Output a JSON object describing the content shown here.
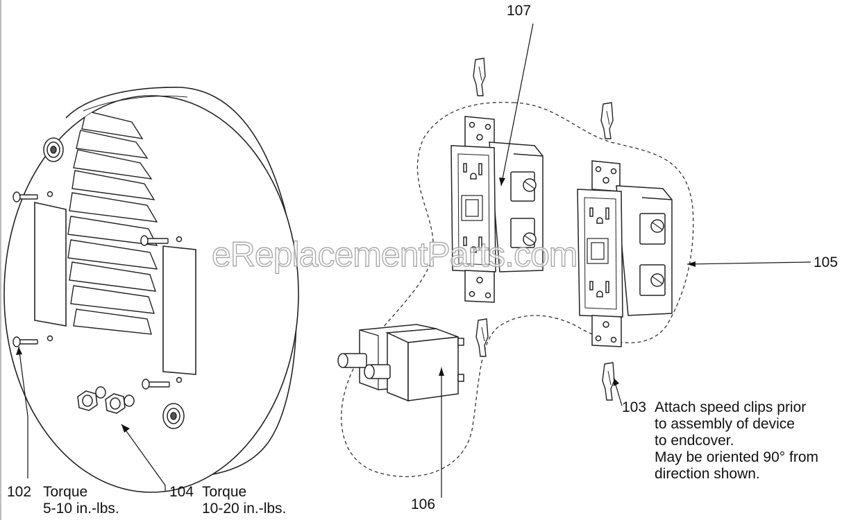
{
  "labels": {
    "l102": "102",
    "l102_line1": "Torque",
    "l102_line2": "5-10 in.-lbs.",
    "l104": "104",
    "l104_line1": "Torque",
    "l104_line2": "10-20 in.-lbs.",
    "l106": "106",
    "l107": "107",
    "l105": "105",
    "l103": "103",
    "note": [
      "Attach speed clips prior",
      "to assembly of device",
      "to endcover.",
      "May be oriented 90° from",
      "direction shown."
    ]
  },
  "watermark": "eReplacementParts.com"
}
